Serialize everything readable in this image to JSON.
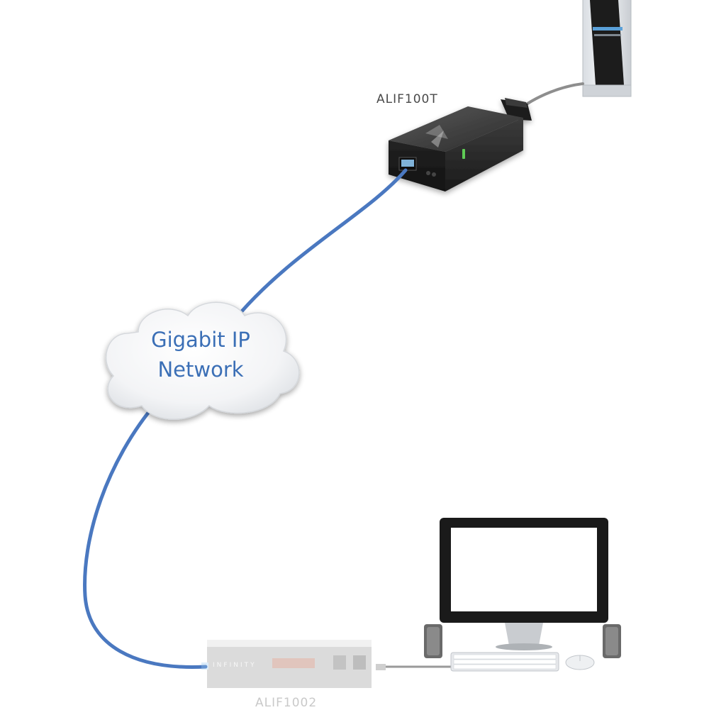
{
  "devices": {
    "transmitter": {
      "label": "ALIF100T"
    },
    "receiver": {
      "label": "ALIF1002",
      "brand": "INFINITY"
    }
  },
  "network": {
    "line1": "Gigabit IP",
    "line2": "Network"
  },
  "colors": {
    "cable": "#4a78c0",
    "cloud_text": "#3b6fb6",
    "device_dark": "#2b2b2b",
    "receiver_faded": "#cfcfcf",
    "gray_cable": "#8e8e8e"
  }
}
